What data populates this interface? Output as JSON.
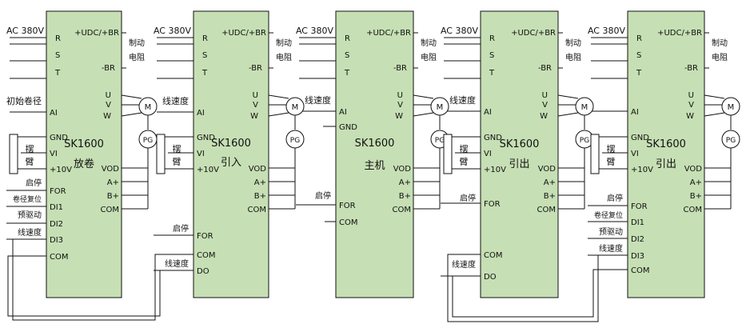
{
  "supply": "AC 380V",
  "dc_bus": "+UDC/+BR",
  "brake_terminal": "-BR",
  "brake_resistor": [
    "制动",
    "电阻"
  ],
  "phases": [
    "R",
    "S",
    "T"
  ],
  "motor_phases": [
    "U",
    "V",
    "W"
  ],
  "motor": "M",
  "encoder": "PG",
  "dancer": [
    "摆",
    "臂"
  ],
  "model": "SK1600",
  "encoder_outputs": [
    "VOD",
    "A+",
    "B+",
    "COM"
  ],
  "colors": {
    "module_fill": "#c6dfb4",
    "line": "#111111"
  },
  "drives": [
    {
      "role": [
        "放卷"
      ],
      "ai_input": "初始卷径",
      "control_terminals": [
        "AI",
        "GND",
        "VI",
        "+10V",
        "FOR",
        "DI1",
        "DI2",
        "DI3",
        "COM"
      ],
      "control_signals": [
        "启停",
        "卷径复位",
        "预驱动",
        "线速度"
      ]
    },
    {
      "role": [
        "引入"
      ],
      "ai_input": "线速度",
      "control_terminals": [
        "AI",
        "GND",
        "VI",
        "+10V",
        "FOR",
        "COM",
        "DO"
      ],
      "control_signals": [
        "启停",
        "线速度"
      ]
    },
    {
      "role": [
        "主机"
      ],
      "ai_input": "线速度",
      "control_terminals": [
        "AI",
        "GND",
        "FOR",
        "COM"
      ],
      "control_signals": [
        "启停"
      ]
    },
    {
      "role": [
        "引出"
      ],
      "ai_input": "线速度",
      "control_terminals": [
        "AI",
        "GND",
        "VI",
        "+10V",
        "FOR",
        "COM",
        "DO"
      ],
      "control_signals": [
        "启停",
        "线速度"
      ]
    },
    {
      "role": [
        "引出"
      ],
      "ai_input": "",
      "control_terminals": [
        "AI",
        "GND",
        "VI",
        "+10V",
        "FOR",
        "DI1",
        "DI2",
        "DI3",
        "COM"
      ],
      "control_signals": [
        "启停",
        "卷径复位",
        "预驱动",
        "线速度"
      ]
    }
  ]
}
